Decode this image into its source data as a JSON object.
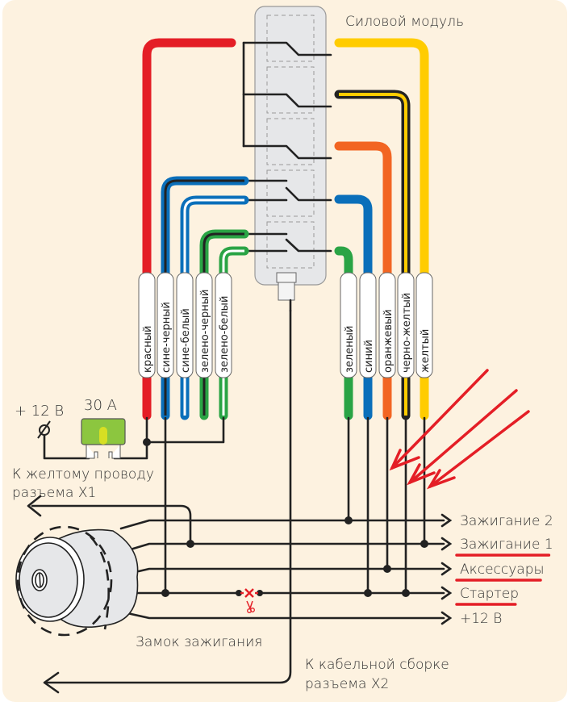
{
  "title": "Силовой модуль",
  "colors": {
    "background": "#fdf2e0",
    "red": "#e41e26",
    "blue": "#0a6fba",
    "green": "#2aa445",
    "orange": "#f26522",
    "yellow": "#ffcc00",
    "black": "#222222",
    "annotation": "#e41e26",
    "module": "#e6e7e9"
  },
  "left_wires": [
    {
      "label": "красный",
      "color": "red"
    },
    {
      "label": "сине-черный",
      "color": "blue-black"
    },
    {
      "label": "сине-белый",
      "color": "blue-white"
    },
    {
      "label": "зелено-черный",
      "color": "green-black"
    },
    {
      "label": "зелено-белый",
      "color": "green-white"
    }
  ],
  "right_wires": [
    {
      "label": "зеленый",
      "color": "green"
    },
    {
      "label": "синий",
      "color": "blue"
    },
    {
      "label": "оранжевый",
      "color": "orange"
    },
    {
      "label": "черно-желтый",
      "color": "black-yellow"
    },
    {
      "label": "желтый",
      "color": "yellow"
    }
  ],
  "power": {
    "voltage": "+ 12 В",
    "fuse": "30 А"
  },
  "notes": {
    "yellow_x1_line1": "К желтому проводу",
    "yellow_x1_line2": "разъема Х1",
    "lock": "Замок зажигания",
    "x2_line1": "К кабельной сборке",
    "x2_line2": "разъема Х2"
  },
  "outputs": [
    {
      "label": "Зажигание 2",
      "underlined": false
    },
    {
      "label": "Зажигание 1",
      "underlined": true
    },
    {
      "label": "Аксессуары",
      "underlined": true
    },
    {
      "label": "Стартер",
      "underlined": true
    },
    {
      "label": "+12 В",
      "underlined": false
    }
  ],
  "cut_marker": "scissors"
}
